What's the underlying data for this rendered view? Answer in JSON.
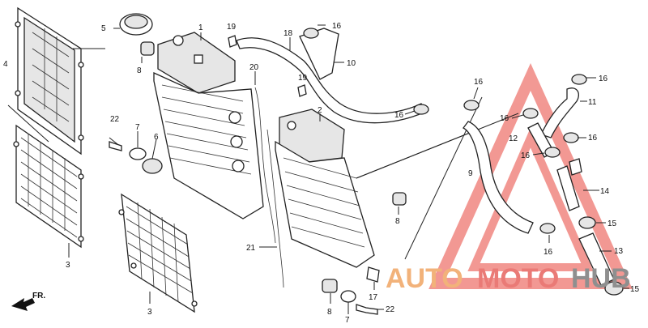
{
  "callouts": {
    "n1": "1",
    "n2": "2",
    "n3a": "3",
    "n3b": "3",
    "n4": "4",
    "n5": "5",
    "n6": "6",
    "n7a": "7",
    "n7b": "7",
    "n8a": "8",
    "n8b": "8",
    "n8c": "8",
    "n9": "9",
    "n10": "10",
    "n11": "11",
    "n12": "12",
    "n13": "13",
    "n14": "14",
    "n15a": "15",
    "n15b": "15",
    "n16a": "16",
    "n16b": "16",
    "n16c": "16",
    "n16d": "16",
    "n16e": "16",
    "n16f": "16",
    "n16g": "16",
    "n16h": "16",
    "n17": "17",
    "n18": "18",
    "n19a": "19",
    "n19b": "19",
    "n20": "20",
    "n21": "21",
    "n22a": "22",
    "n22b": "22"
  },
  "direction": "FR.",
  "watermark": {
    "auto": "AUTO",
    "moto": "MOTO",
    "hub": "HUB"
  },
  "colors": {
    "watermark_triangle": "#e8453c",
    "auto": "#f2b27a",
    "moto": "#ea7a76",
    "hub": "#8f8f8f"
  }
}
